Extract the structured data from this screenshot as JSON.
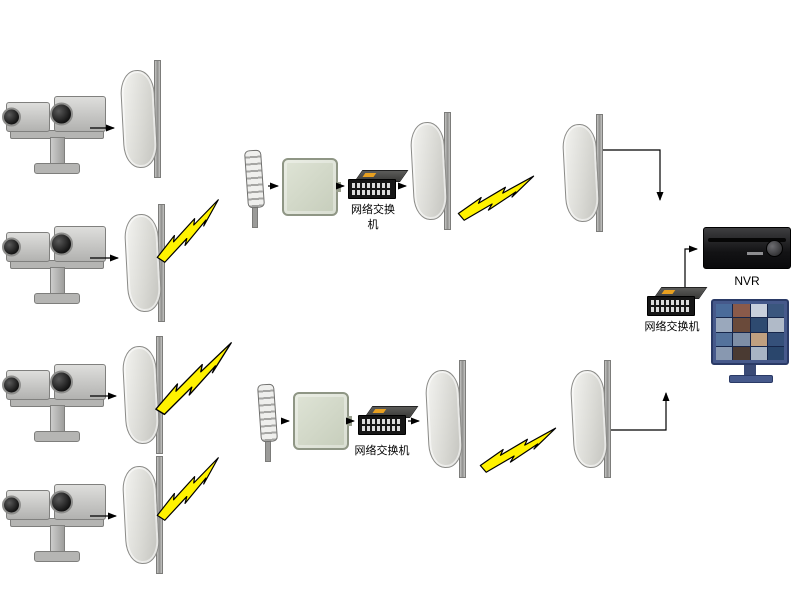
{
  "diagram": {
    "kind": "wireless-video-surveillance-topology",
    "background": "#ffffff",
    "labels": {
      "switch_top": "网络交换机",
      "switch_bottom": "网络交换机",
      "switch_right": "网络交换机",
      "nvr": "NVR"
    },
    "colors": {
      "bolt_fill": "#fff200",
      "bolt_stroke": "#000000",
      "connector": "#000000",
      "monitor_frame": "#46598b",
      "flat_panel": "#d3d9c8",
      "switch_body": "#161616",
      "nvr_body": "#131315"
    },
    "devices": {
      "ptz_dual_cameras": 4,
      "wireless_bridges": 8,
      "sector_antennas": 2,
      "flat_panel_antennas": 2,
      "network_switches": 3,
      "nvr": 1,
      "monitor": 1
    },
    "monitor": {
      "cells": [
        "#4a6b9a",
        "#8a5a4a",
        "#c8d0dc",
        "#3a567e",
        "#9aa8bc",
        "#6a4a3a",
        "#2e4a70",
        "#b0bac8",
        "#54729c",
        "#7e8ea6",
        "#c0a080",
        "#35507a",
        "#8898b0",
        "#4a3a32",
        "#a8b4c4",
        "#2a466c"
      ]
    }
  }
}
